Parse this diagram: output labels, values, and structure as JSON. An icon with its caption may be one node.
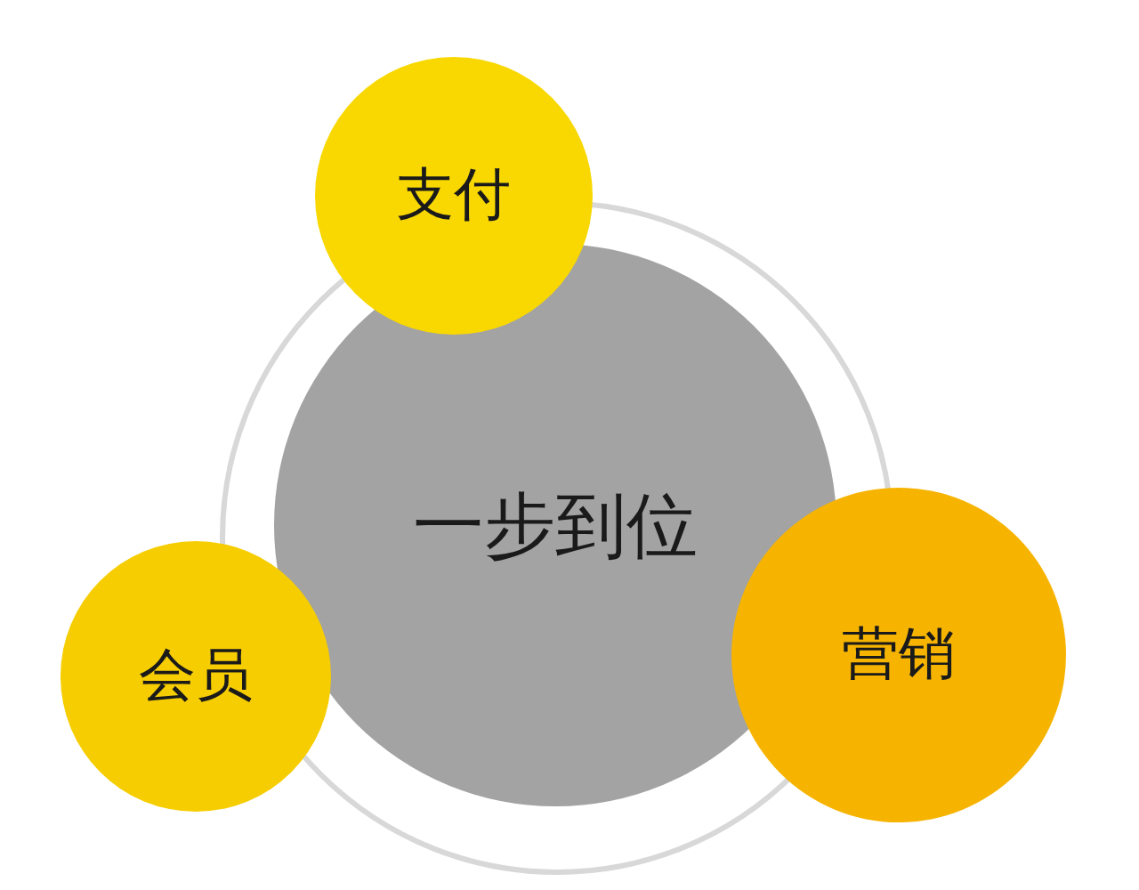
{
  "diagram": {
    "nodes": [
      {
        "text": [
          "一步到位"
        ]
      },
      {
        "text": [
          "支付"
        ]
      },
      {
        "text": [
          "会员"
        ]
      },
      {
        "text": [
          "营销"
        ]
      }
    ]
  }
}
